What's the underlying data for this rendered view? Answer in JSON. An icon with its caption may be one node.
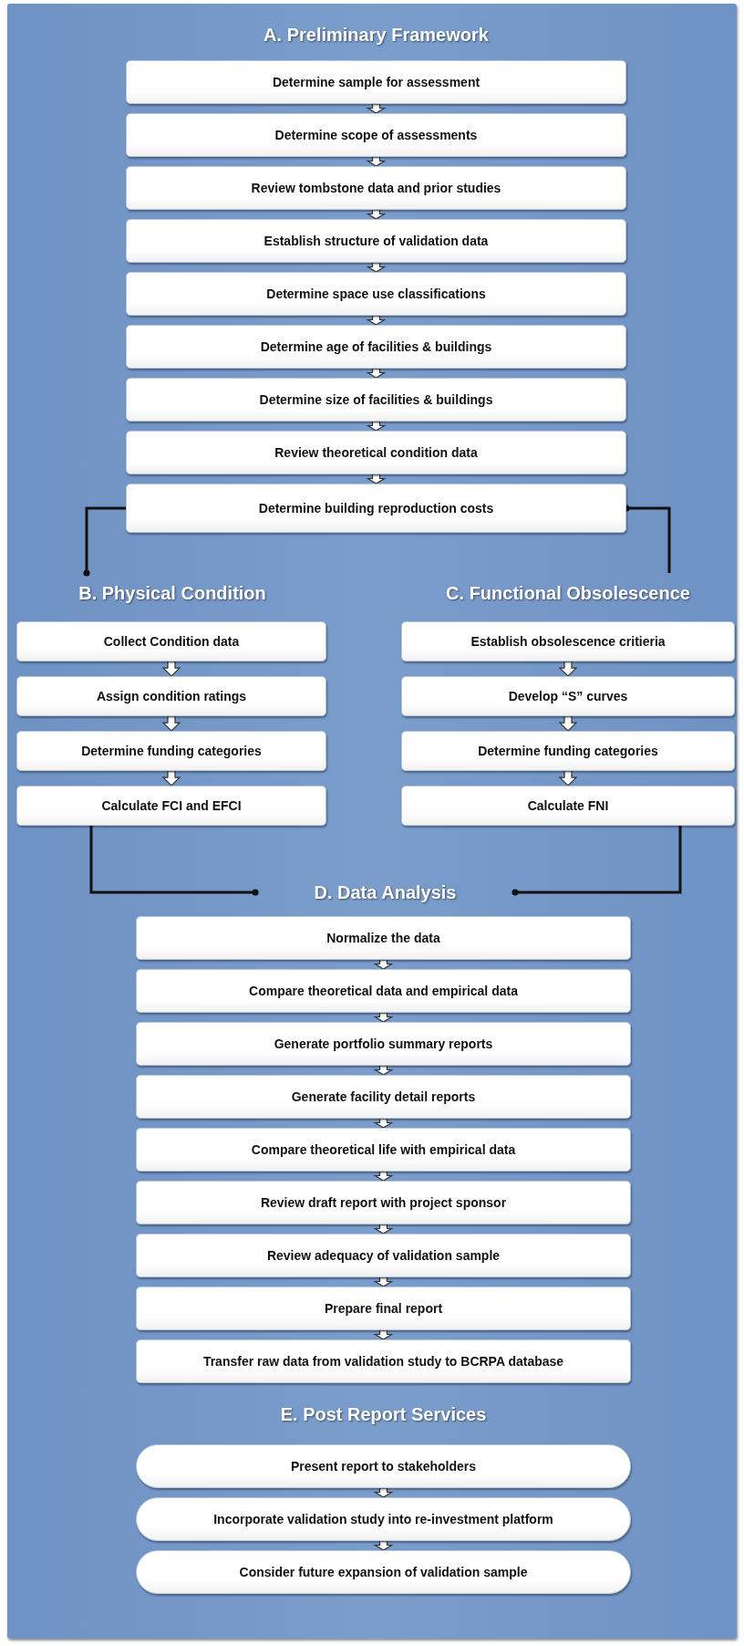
{
  "diagram": {
    "nodes": [
      {
        "text": [
          "A. Preliminary Framework"
        ]
      },
      {
        "text": [
          "Determine sample for assessment"
        ]
      },
      {
        "text": [
          "Determine scope of assessments"
        ]
      },
      {
        "text": [
          "Review tombstone data and prior studies"
        ]
      },
      {
        "text": [
          "Establish structure of validation data"
        ]
      },
      {
        "text": [
          "Determine space use classifications"
        ]
      },
      {
        "text": [
          "Determine age of facilities & buildings"
        ]
      },
      {
        "text": [
          "Determine size of facilities & buildings"
        ]
      },
      {
        "text": [
          "Review theoretical condition data"
        ]
      },
      {
        "text": [
          "Determine building reproduction costs"
        ]
      },
      {
        "text": [
          "B. Physical Condition"
        ]
      },
      {
        "text": [
          "Collect Condition data"
        ]
      },
      {
        "text": [
          "Assign condition ratings"
        ]
      },
      {
        "text": [
          "Determine funding categories"
        ]
      },
      {
        "text": [
          "Calculate FCI and EFCI"
        ]
      },
      {
        "text": [
          "C. Functional Obsolescence"
        ]
      },
      {
        "text": [
          "Establish obsolescence critieria"
        ]
      },
      {
        "text": [
          "Develop “S” curves"
        ]
      },
      {
        "text": [
          "Determine funding categories"
        ]
      },
      {
        "text": [
          "Calculate FNI"
        ]
      },
      {
        "text": [
          "D. Data Analysis"
        ]
      },
      {
        "text": [
          "Normalize the data"
        ]
      },
      {
        "text": [
          "Compare theoretical data and empirical data"
        ]
      },
      {
        "text": [
          "Generate portfolio summary reports"
        ]
      },
      {
        "text": [
          "Generate facility detail reports"
        ]
      },
      {
        "text": [
          "Compare theoretical life with empirical data"
        ]
      },
      {
        "text": [
          "Review draft report with project sponsor"
        ]
      },
      {
        "text": [
          "Review adequacy of validation sample"
        ]
      },
      {
        "text": [
          "Prepare final report"
        ]
      },
      {
        "text": [
          "Transfer raw data from validation study to BCRPA database"
        ]
      },
      {
        "text": [
          "E. Post Report Services"
        ]
      },
      {
        "text": [
          "Present report to stakeholders"
        ]
      },
      {
        "text": [
          "Incorporate validation study into re-investment platform"
        ]
      },
      {
        "text": [
          "Consider future expansion of validation sample"
        ]
      }
    ],
    "edges": [
      {
        "from": 1,
        "to": 2,
        "arrow": "to"
      },
      {
        "from": 2,
        "to": 3,
        "arrow": "to"
      },
      {
        "from": 3,
        "to": 4,
        "arrow": "to"
      },
      {
        "from": 4,
        "to": 5,
        "arrow": "to"
      },
      {
        "from": 5,
        "to": 6,
        "arrow": "to"
      },
      {
        "from": 6,
        "to": 7,
        "arrow": "to"
      },
      {
        "from": 7,
        "to": 8,
        "arrow": "to"
      },
      {
        "from": 8,
        "to": 9,
        "arrow": "to"
      },
      {
        "from": 9,
        "to": 10,
        "arrow": "other"
      },
      {
        "from": 15,
        "to": 9,
        "arrow": "other"
      },
      {
        "from": 11,
        "to": 12,
        "arrow": "to"
      },
      {
        "from": 12,
        "to": 13,
        "arrow": "to"
      },
      {
        "from": 13,
        "to": 14,
        "arrow": "to"
      },
      {
        "from": 16,
        "to": 17,
        "arrow": "to"
      },
      {
        "from": 17,
        "to": 18,
        "arrow": "to"
      },
      {
        "from": 18,
        "to": 19,
        "arrow": "to"
      },
      {
        "from": 14,
        "to": 20,
        "arrow": "other"
      },
      {
        "from": 19,
        "to": 20,
        "arrow": "other"
      },
      {
        "from": 21,
        "to": 22,
        "arrow": "to"
      },
      {
        "from": 22,
        "to": 23,
        "arrow": "to"
      },
      {
        "from": 23,
        "to": 24,
        "arrow": "to"
      },
      {
        "from": 24,
        "to": 25,
        "arrow": "to"
      },
      {
        "from": 25,
        "to": 26,
        "arrow": "to"
      },
      {
        "from": 26,
        "to": 27,
        "arrow": "to"
      },
      {
        "from": 27,
        "to": 28,
        "arrow": "to"
      },
      {
        "from": 28,
        "to": 29,
        "arrow": "to"
      },
      {
        "from": 31,
        "to": 32,
        "arrow": "to"
      },
      {
        "from": 32,
        "to": 33,
        "arrow": "to"
      }
    ]
  }
}
